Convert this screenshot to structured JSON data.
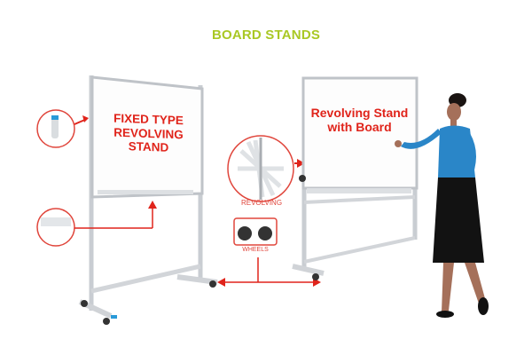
{
  "title": "BOARD STANDS",
  "left_board": {
    "line1": "FIXED TYPE",
    "line2": "REVOLVING STAND"
  },
  "right_board": {
    "line1": "Revolving Stand",
    "line2": "with Board"
  },
  "callouts": {
    "revolving": "REVOLVING",
    "wheels": "WHEELS"
  },
  "colors": {
    "title": "#a9c824",
    "accent_red": "#e0241b",
    "frame": "#c8ccd0",
    "top_blue": "#2a86c8"
  }
}
